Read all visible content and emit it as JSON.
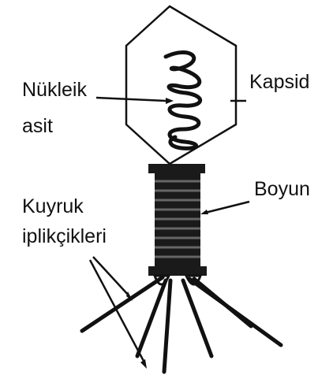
{
  "labels": {
    "nucleic_acid_line1": "Nükleik",
    "nucleic_acid_line2": "asit",
    "capsid": "Kapsid",
    "neck": "Boyun",
    "tail_fibers_line1": "Kuyruk",
    "tail_fibers_line2": "iplikçikleri"
  },
  "colors": {
    "stroke": "#111111",
    "background": "#ffffff",
    "capsid_fill": "#ffffff",
    "neck_fill": "#222222"
  }
}
